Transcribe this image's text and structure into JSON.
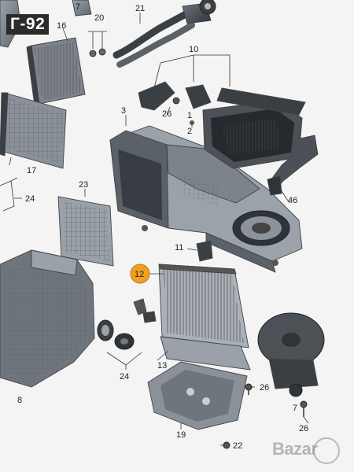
{
  "overlay_title": "Г-92",
  "watermark": "Bazar",
  "highlight_color": "#f0a020",
  "highlighted_part": "12",
  "callouts": {
    "c1": "1",
    "c2": "2",
    "c3": "3",
    "c7": "7",
    "c8": "8",
    "c10": "10",
    "c11": "11",
    "c12": "12",
    "c13": "13",
    "c16": "16",
    "c17": "17",
    "c19": "19",
    "c20": "20",
    "c21": "21",
    "c22": "22",
    "c23": "23",
    "c24a": "24",
    "c24b": "24",
    "c26a": "26",
    "c26b": "26",
    "c26c": "26",
    "c46": "46"
  }
}
